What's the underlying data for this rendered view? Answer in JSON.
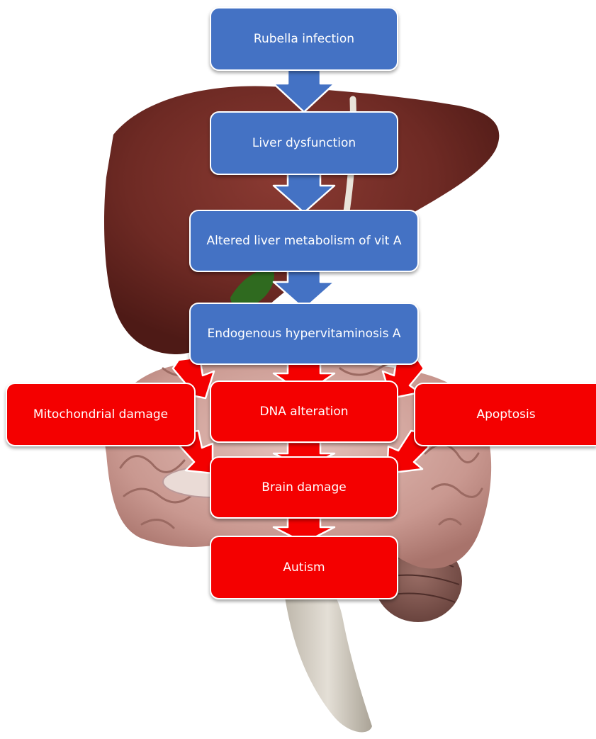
{
  "nodes": {
    "rubella": "Rubella infection",
    "liver_dysfunction": "Liver dysfunction",
    "altered_metabolism": "Altered liver metabolism of vit A",
    "hypervitaminosis": "Endogenous hypervitaminosis A",
    "mitochondrial": "Mitochondrial damage",
    "dna": "DNA alteration",
    "apoptosis": "Apoptosis",
    "brain_damage": "Brain damage",
    "autism": "Autism"
  },
  "colors": {
    "blue_box": "#4472c4",
    "red_box": "#f40000",
    "liver": "#6e2a24",
    "brain": "#caa09a",
    "gallbladder": "#2f6a1f",
    "brainstem": "#d8d2c8"
  },
  "illustration": {
    "background_images": [
      "liver",
      "gallbladder",
      "brain",
      "cerebellum",
      "brainstem"
    ]
  }
}
